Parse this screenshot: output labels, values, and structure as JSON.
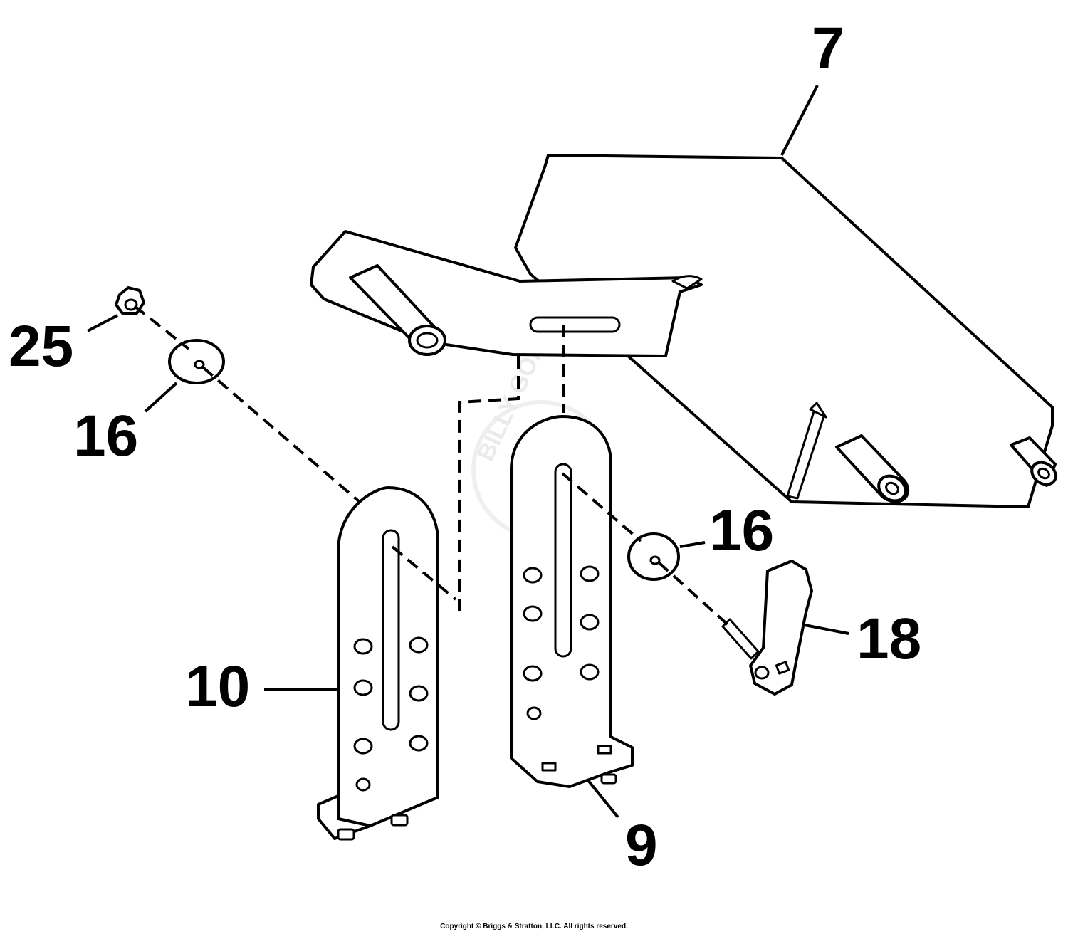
{
  "diagram": {
    "callouts": {
      "c7": "7",
      "c25": "25",
      "c16a": "16",
      "c16b": "16",
      "c18": "18",
      "c10": "10",
      "c9": "9"
    },
    "watermark": "BILLY GOAT",
    "copyright": "Copyright © Briggs & Stratton, LLC. All rights reserved."
  }
}
